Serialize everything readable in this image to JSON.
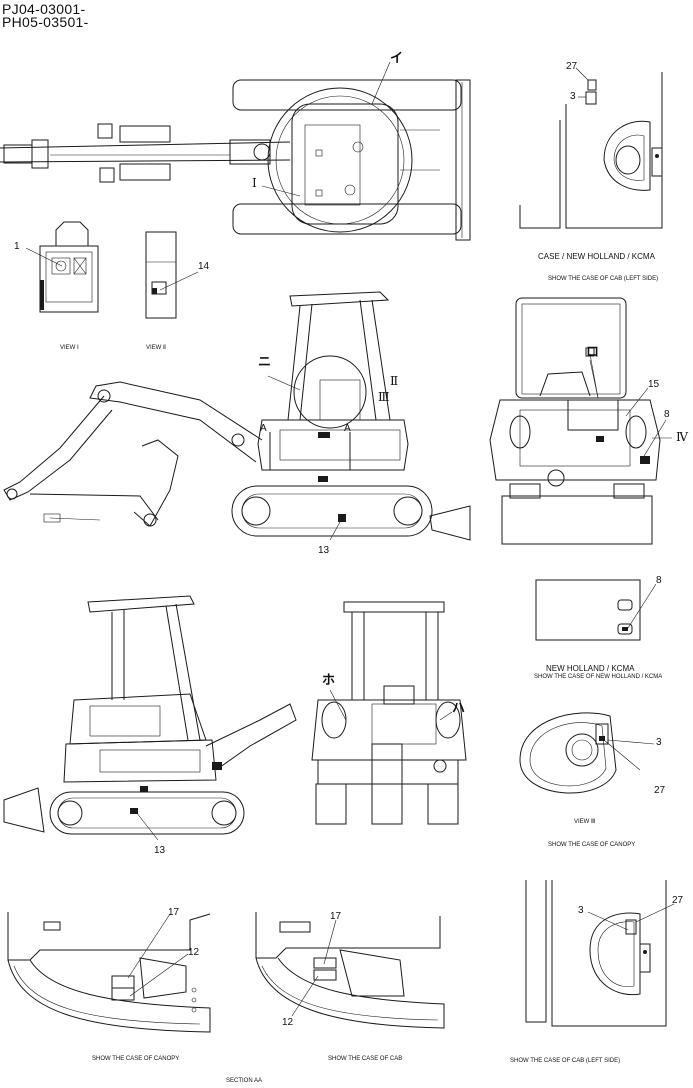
{
  "header": {
    "code_1": "PJ04-03001-",
    "code_2": "PH05-03501-"
  },
  "captions": {
    "case_title": "CASE / NEW HOLLAND / KCMA",
    "case_sub": "SHOW THE CASE OF CAB (LEFT SIDE)",
    "view_1": "VIEW Ⅰ",
    "view_2": "VIEW Ⅱ",
    "nh_title": "NEW HOLLAND / KCMA",
    "nh_sub": "SHOW THE CASE OF NEW HOLLAND / KCMA",
    "view_3": "VIEW Ⅲ",
    "canopy_case": "SHOW THE CASE OF CANOPY",
    "bottom_canopy": "SHOW THE CASE OF CANOPY",
    "bottom_cab": "SHOW THE CASE OF CAB",
    "bottom_cab_left": "SHOW THE CASE OF CAB (LEFT SIDE)",
    "section": "SECTION AA"
  },
  "callouts": {
    "n27a": "27",
    "n3a": "3",
    "n1": "1",
    "n14": "14",
    "n15": "15",
    "n8a": "8",
    "n13a": "13",
    "n8b": "8",
    "n3b": "3",
    "n27b": "27",
    "n13b": "13",
    "n17a": "17",
    "n12a": "12",
    "n17b": "17",
    "n12b": "12",
    "n3c": "3",
    "n27c": "27",
    "roman_I": "I",
    "roman_II": "Ⅱ",
    "roman_III": "Ⅲ",
    "roman_IV": "Ⅳ",
    "letter_A1": "A",
    "letter_A2": "A",
    "jp_i": "イ",
    "jp_ro": "ロ",
    "jp_ni": "ニ",
    "jp_ho": "ホ",
    "jp_ha": "ハ"
  }
}
